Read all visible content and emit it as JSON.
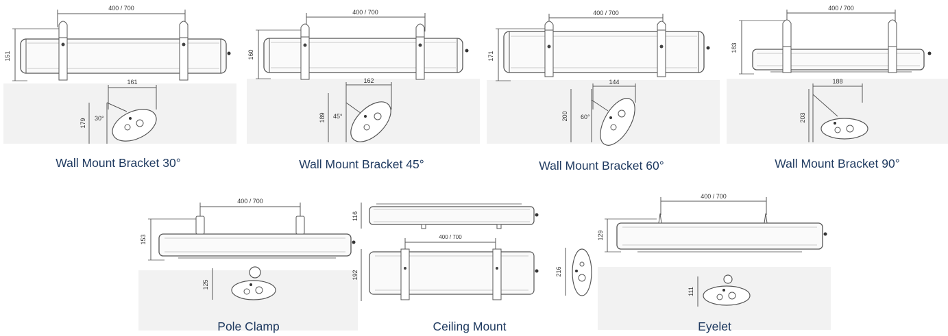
{
  "colors": {
    "caption": "#1f3a60",
    "line": "#555555",
    "panel_bg": "#f2f2f2"
  },
  "panels": [
    {
      "caption": "Wall Mount Bracket 30°",
      "width_dim": "400 / 700",
      "height_dim": "151",
      "side_width_dim": "161",
      "side_height_dim": "179",
      "angle": "30°"
    },
    {
      "caption": "Wall Mount Bracket 45°",
      "width_dim": "400 / 700",
      "height_dim": "160",
      "side_width_dim": "162",
      "side_height_dim": "189",
      "angle": "45°"
    },
    {
      "caption": "Wall Mount Bracket 60°",
      "width_dim": "400 / 700",
      "height_dim": "171",
      "side_width_dim": "144",
      "side_height_dim": "200",
      "angle": "60°"
    },
    {
      "caption": "Wall Mount Bracket 90°",
      "width_dim": "400 / 700",
      "height_dim": "183",
      "side_width_dim": "188",
      "side_height_dim": "203"
    },
    {
      "caption": "Pole Clamp",
      "width_dim": "400 / 700",
      "height_dim": "153",
      "side_height_dim": "125"
    },
    {
      "caption": "Ceiling Mount",
      "top_height_dim": "116",
      "width_dim": "400 / 700",
      "height_dim": "192",
      "side_height_dim": "216"
    },
    {
      "caption": "Eyelet",
      "width_dim": "400 / 700",
      "height_dim": "129",
      "side_height_dim": "111"
    }
  ]
}
